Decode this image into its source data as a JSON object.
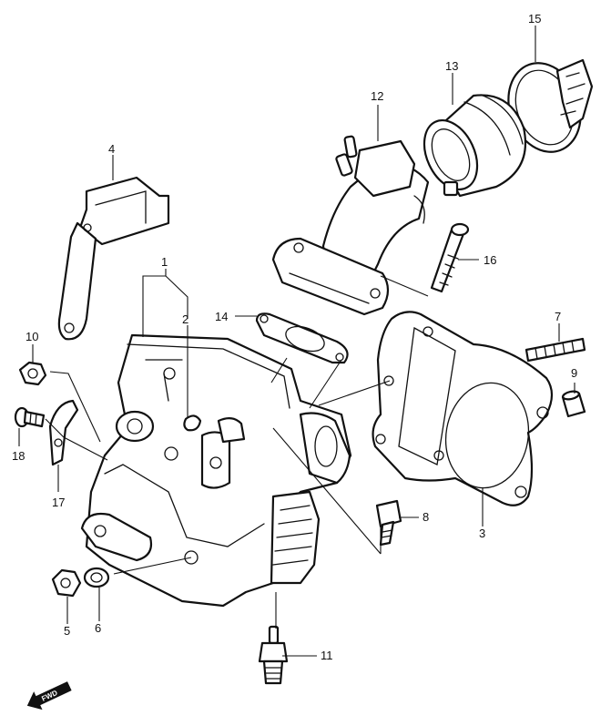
{
  "callouts": {
    "p1": "1",
    "p2": "2",
    "p3": "3",
    "p4": "4",
    "p5": "5",
    "p6": "6",
    "p7": "7",
    "p8": "8",
    "p9": "9",
    "p10": "10",
    "p11": "11",
    "p12": "12",
    "p13": "13",
    "p14": "14",
    "p15": "15",
    "p16": "16",
    "p17": "17",
    "p18": "18"
  },
  "fwd_label": "FWD"
}
